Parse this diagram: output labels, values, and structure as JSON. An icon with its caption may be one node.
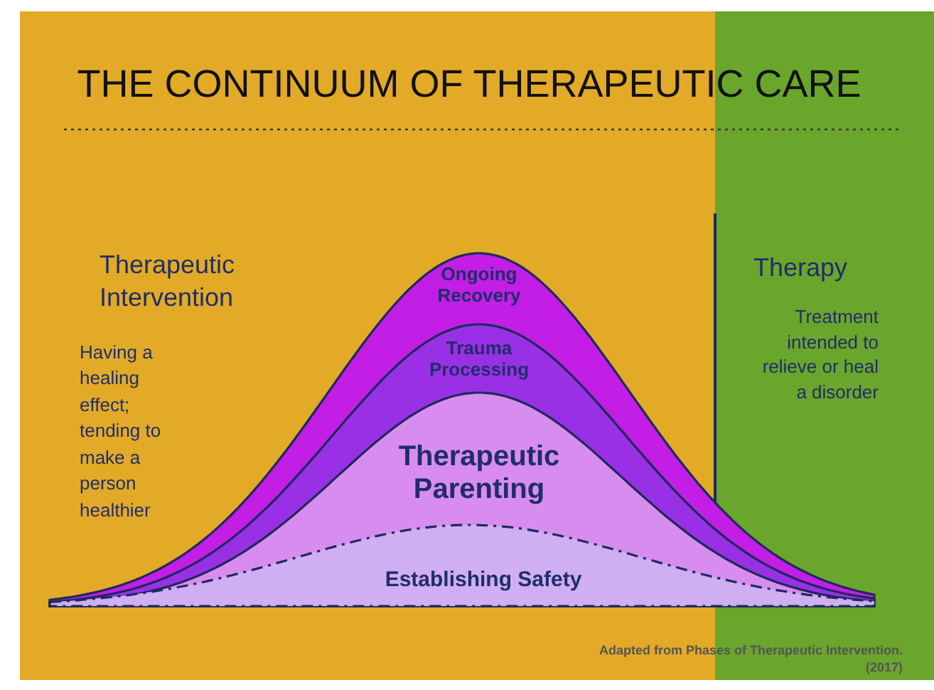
{
  "diagram": {
    "title": "THE CONTINUUM OF THERAPEUTIC CARE",
    "nodes": [
      {
        "text": [
          "Ongoing Recovery"
        ]
      },
      {
        "text": [
          "Trauma Processing"
        ],
        "in": 0
      },
      {
        "text": [
          "Therapeutic Parenting"
        ],
        "in": 1
      },
      {
        "text": [
          "Establishing Safety"
        ],
        "in": 2
      }
    ],
    "edges": [],
    "labels": [
      "Therapeutic Intervention",
      "Having a healing effect; tending to make a person healthier",
      "Therapy",
      "Treatment intended to relieve or heal a disorder"
    ],
    "caption": "Adapted from Phases of Therapeutic Intervention. (2017)"
  }
}
